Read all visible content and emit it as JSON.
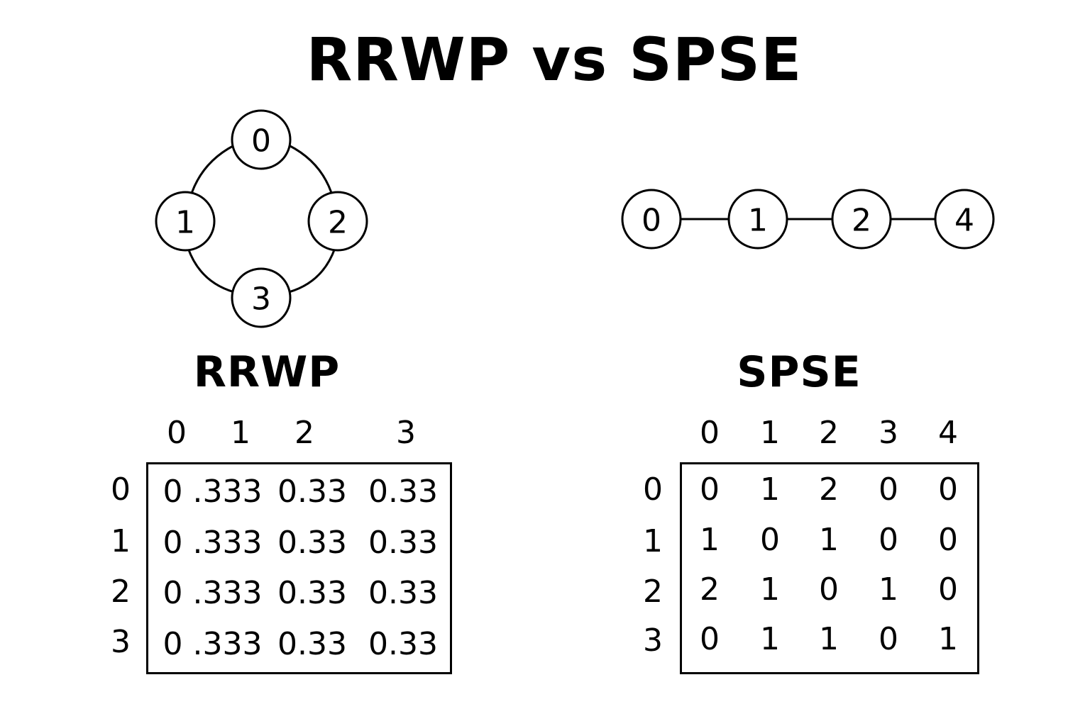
{
  "title": "RRWP vs SPSE",
  "left": {
    "heading": "RRWP",
    "graph": {
      "nodes": [
        "0",
        "1",
        "2",
        "3"
      ]
    },
    "matrix": {
      "col_headers": [
        "0",
        "1",
        "2",
        "3"
      ],
      "row_headers": [
        "0",
        "1",
        "2",
        "3"
      ],
      "rows": [
        [
          "0 .333",
          "0.33",
          "0.33"
        ],
        [
          "0 .333",
          "0.33",
          "0.33"
        ],
        [
          "0 .333",
          "0.33",
          "0.33"
        ],
        [
          "0 .333",
          "0.33",
          "0.33"
        ]
      ]
    }
  },
  "right": {
    "heading": "SPSE",
    "graph": {
      "nodes": [
        "0",
        "1",
        "2",
        "4"
      ]
    },
    "matrix": {
      "col_headers": [
        "0",
        "1",
        "2",
        "3",
        "4"
      ],
      "row_headers": [
        "0",
        "1",
        "2",
        "3"
      ],
      "rows": [
        [
          "0",
          "1",
          "2",
          "0",
          "0"
        ],
        [
          "1",
          "0",
          "1",
          "0",
          "0"
        ],
        [
          "2",
          "1",
          "0",
          "1",
          "0"
        ],
        [
          "0",
          "1",
          "1",
          "0",
          "1"
        ]
      ]
    }
  }
}
